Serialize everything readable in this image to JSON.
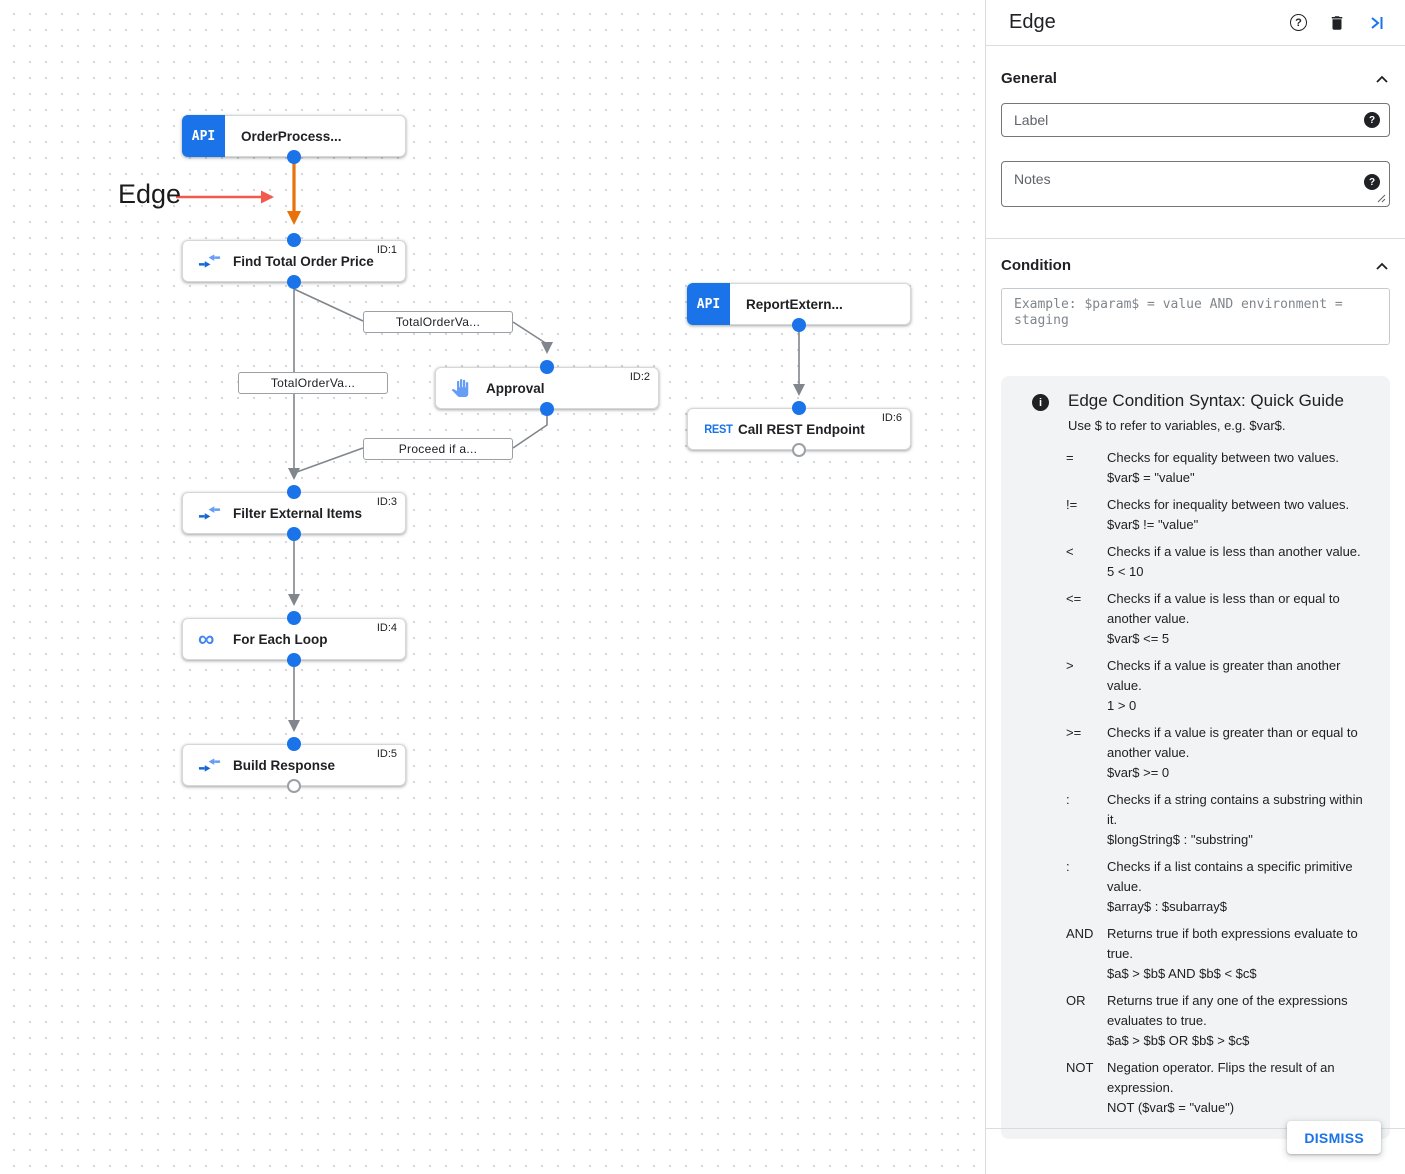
{
  "canvas": {
    "annotation_label": "Edge",
    "api_badge_text": "API",
    "rest_icon_text": "REST",
    "loop_glyph": "∞",
    "nodes": [
      {
        "label": "OrderProcess...",
        "id": "",
        "icon": "api-badge"
      },
      {
        "label": "Find Total Order Price",
        "id": "ID:1",
        "icon": "data-mapping"
      },
      {
        "label": "Approval",
        "id": "ID:2",
        "icon": "hand"
      },
      {
        "label": "Filter External Items",
        "id": "ID:3",
        "icon": "data-mapping"
      },
      {
        "label": "For Each Loop",
        "id": "ID:4",
        "icon": "loop"
      },
      {
        "label": "Build Response",
        "id": "ID:5",
        "icon": "data-mapping"
      },
      {
        "label": "ReportExtern...",
        "id": "",
        "icon": "api-badge"
      },
      {
        "label": "Call REST Endpoint",
        "id": "ID:6",
        "icon": "rest"
      }
    ],
    "edge_labels": [
      {
        "text": "TotalOrderVa..."
      },
      {
        "text": "TotalOrderVa..."
      },
      {
        "text": "Proceed if a..."
      }
    ],
    "colors": {
      "edge_gray": "#80868b",
      "edge_highlight": "#e8710a",
      "annotation_arrow": "#f4594e",
      "connector_blue": "#1a73e8"
    }
  },
  "panel": {
    "title": "Edge",
    "general": {
      "heading": "General",
      "label_placeholder": "Label",
      "notes_placeholder": "Notes"
    },
    "condition": {
      "heading": "Condition",
      "placeholder": "Example: $param$ = value AND environment = staging"
    },
    "guide": {
      "title": "Edge Condition Syntax: Quick Guide",
      "subtitle": "Use $ to refer to variables, e.g. $var$.",
      "rows": [
        {
          "op": "=",
          "desc": "Checks for equality between two values.",
          "example": "$var$ = \"value\""
        },
        {
          "op": "!=",
          "desc": "Checks for inequality between two values.",
          "example": "$var$ != \"value\""
        },
        {
          "op": "<",
          "desc": "Checks if a value is less than another value.",
          "example": "5 < 10"
        },
        {
          "op": "<=",
          "desc": "Checks if a value is less than or equal to another value.",
          "example": "$var$ <= 5"
        },
        {
          "op": ">",
          "desc": "Checks if a value is greater than another value.",
          "example": "1 > 0"
        },
        {
          "op": ">=",
          "desc": "Checks if a value is greater than or equal to another value.",
          "example": "$var$ >= 0"
        },
        {
          "op": ":",
          "desc": "Checks if a string contains a substring within it.",
          "example": "$longString$ : \"substring\""
        },
        {
          "op": ":",
          "desc": "Checks if a list contains a specific primitive value.",
          "example": "$array$ : $subarray$"
        },
        {
          "op": "AND",
          "desc": "Returns true if both expressions evaluate to true.",
          "example": "$a$ > $b$ AND $b$ < $c$"
        },
        {
          "op": "OR",
          "desc": "Returns true if any one of the expressions evaluates to true.",
          "example": "$a$ > $b$ OR $b$ > $c$"
        },
        {
          "op": "NOT",
          "desc": "Negation operator. Flips the result of an expression.",
          "example": "NOT ($var$ = \"value\")"
        }
      ]
    },
    "dismiss_label": "DISMISS"
  }
}
